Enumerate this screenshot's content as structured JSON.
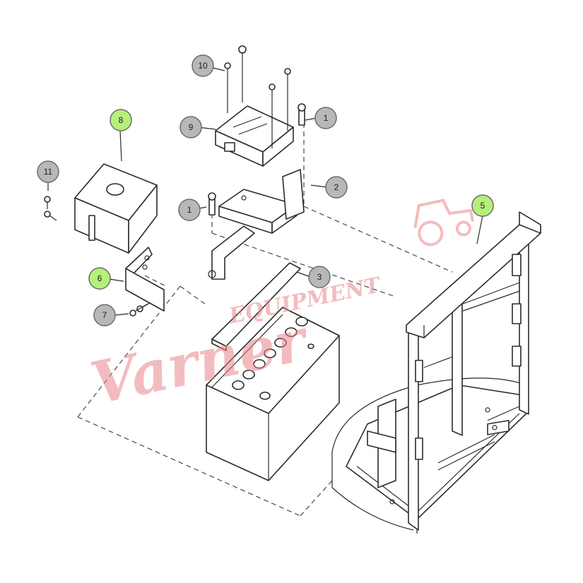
{
  "callouts": [
    {
      "id": "c1a",
      "label": "1",
      "highlight": false
    },
    {
      "id": "c1b",
      "label": "1",
      "highlight": false
    },
    {
      "id": "c2",
      "label": "2",
      "highlight": false
    },
    {
      "id": "c3",
      "label": "3",
      "highlight": false
    },
    {
      "id": "c5",
      "label": "5",
      "highlight": true
    },
    {
      "id": "c6",
      "label": "6",
      "highlight": true
    },
    {
      "id": "c7",
      "label": "7",
      "highlight": false
    },
    {
      "id": "c8",
      "label": "8",
      "highlight": true
    },
    {
      "id": "c9",
      "label": "9",
      "highlight": false
    },
    {
      "id": "c10",
      "label": "10",
      "highlight": false
    },
    {
      "id": "c11",
      "label": "11",
      "highlight": false
    }
  ],
  "colors": {
    "highlight_fill": "#b5f07a",
    "normal_fill": "#b8b8b8",
    "watermark": "#e8868a",
    "line": "#2b2b2b"
  },
  "watermark": {
    "brand": "Varner",
    "tagline": "EQUIPMENT",
    "icon": "tractor-icon"
  }
}
